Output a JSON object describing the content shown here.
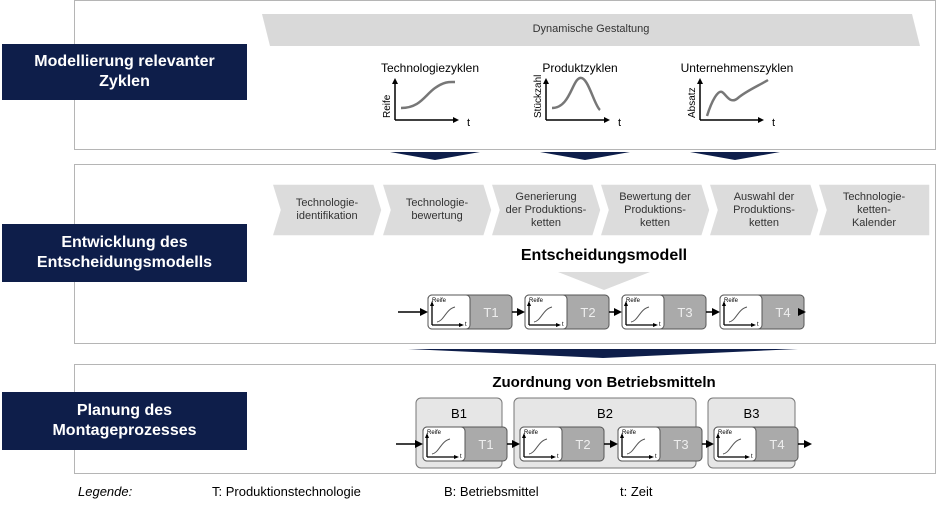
{
  "colors": {
    "navy": "#0e1e4a",
    "grey": "#dcdcdc",
    "box": "#aaaaaa"
  },
  "sections": [
    {
      "label": "Modellierung relevanter Zyklen",
      "line1": "Modellierung relevanter",
      "line2": "Zyklen"
    },
    {
      "label": "Entwicklung des Entscheidungsmodells",
      "line1": "Entwicklung des",
      "line2": "Entscheidungsmodells"
    },
    {
      "label": "Planung des Montageprozesses",
      "line1": "Planung des",
      "line2": "Montageprozesses"
    }
  ],
  "top": {
    "band": "Dynamische Gestaltung",
    "cycles": [
      {
        "title": "Technologiezyklen",
        "ylabel": "Reife",
        "xlabel": "t"
      },
      {
        "title": "Produktzyklen",
        "ylabel": "Stückzahl",
        "xlabel": "t"
      },
      {
        "title": "Unternehmenszyklen",
        "ylabel": "Absatz",
        "xlabel": "t"
      }
    ]
  },
  "middle": {
    "steps": [
      {
        "l1": "Technologie-",
        "l2": "identifikation",
        "l3": ""
      },
      {
        "l1": "Technologie-",
        "l2": "bewertung",
        "l3": ""
      },
      {
        "l1": "Generierung",
        "l2": "der Produktions-",
        "l3": "ketten"
      },
      {
        "l1": "Bewertung der",
        "l2": "Produktions-",
        "l3": "ketten"
      },
      {
        "l1": "Auswahl der",
        "l2": "Produktions-",
        "l3": "ketten"
      },
      {
        "l1": "Technologie-",
        "l2": "ketten-",
        "l3": "Kalender"
      }
    ],
    "title": "Entscheidungsmodell",
    "techs": [
      "T1",
      "T2",
      "T3",
      "T4"
    ],
    "mini_y": "Reife",
    "mini_x": "t"
  },
  "bottom": {
    "title": "Zuordnung von Betriebsmitteln",
    "groups": [
      "B1",
      "B2",
      "B3"
    ],
    "techs": [
      "T1",
      "T2",
      "T3",
      "T4"
    ]
  },
  "legend": {
    "title": "Legende:",
    "t": "T: Produktionstechnologie",
    "b": "B: Betriebsmittel",
    "z": "t: Zeit"
  }
}
